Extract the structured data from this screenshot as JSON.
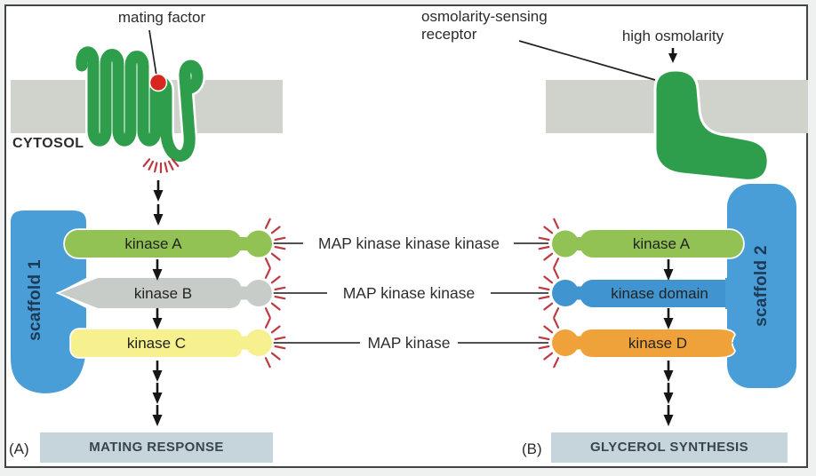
{
  "panel_a": {
    "label": "(A)",
    "cytosol": "CYTOSOL",
    "ligand": "mating factor",
    "scaffold": "scaffold 1",
    "kinases": [
      "kinase A",
      "kinase B",
      "kinase C"
    ],
    "output": "MATING RESPONSE"
  },
  "legend": {
    "rows": [
      "MAP kinase kinase kinase",
      "MAP kinase kinase",
      "MAP kinase"
    ]
  },
  "panel_b": {
    "label": "(B)",
    "receptor": "osmolarity-sensing receptor",
    "stimulus": "high osmolarity",
    "scaffold": "scaffold 2",
    "kinases": [
      "kinase A",
      "kinase domain",
      "kinase D"
    ],
    "output": "GLYCEROL SYNTHESIS"
  },
  "colors": {
    "membrane_gray": "#cfd3cc",
    "receptor_green": "#2f9e4c",
    "kinase_green": "#92c253",
    "kinase_gray": "#c7ccc8",
    "kinase_yellow": "#f7f08e",
    "kinase_orange": "#f0a23a",
    "scaffold_blue": "#4a9ed7",
    "kinase_domain_blue": "#4095d0",
    "activation_spark_red": "#bb3a42",
    "ligand_red": "#d7271e",
    "output_box_blue": "#c6d5dc",
    "arrow_black": "#161616",
    "frame_border": "#434343"
  }
}
